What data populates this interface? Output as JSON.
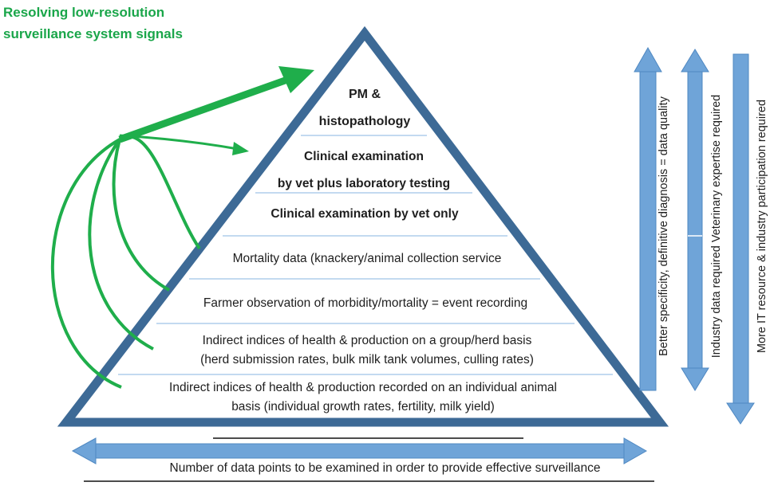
{
  "title_lines": [
    "Resolving low-resolution",
    "surveillance system signals"
  ],
  "levels": [
    {
      "lines": [
        "PM &",
        "histopathology"
      ],
      "bold": true
    },
    {
      "lines": [
        "Clinical examination",
        "by vet plus laboratory testing"
      ],
      "bold": true
    },
    {
      "lines": [
        "Clinical examination by vet only"
      ],
      "bold": true
    },
    {
      "lines": [
        "Mortality data (knackery/animal collection service"
      ],
      "bold": false
    },
    {
      "lines": [
        "Farmer observation of morbidity/mortality = event recording"
      ],
      "bold": false
    },
    {
      "lines": [
        "Indirect indices of health & production on a group/herd basis",
        "(herd submission rates, bulk milk tank volumes, culling rates)"
      ],
      "bold": false
    },
    {
      "lines": [
        "Indirect indices of health & production recorded on an individual animal",
        "basis (individual growth rates, fertility, milk yield)"
      ],
      "bold": false
    }
  ],
  "side_labels": {
    "quality": "Better specificity, definitive diagnosis = data quality",
    "expertise": "Industry data required Veterinary expertise required",
    "resource": "More IT resource & industry participation required"
  },
  "bottom_label": "Number of data points to be examined in order to provide effective surveillance",
  "colors": {
    "triangle": "#3d6a96",
    "arrow_fill": "#6fa4d8",
    "green": "#1fae4b",
    "divider": "#9fc3e6"
  }
}
